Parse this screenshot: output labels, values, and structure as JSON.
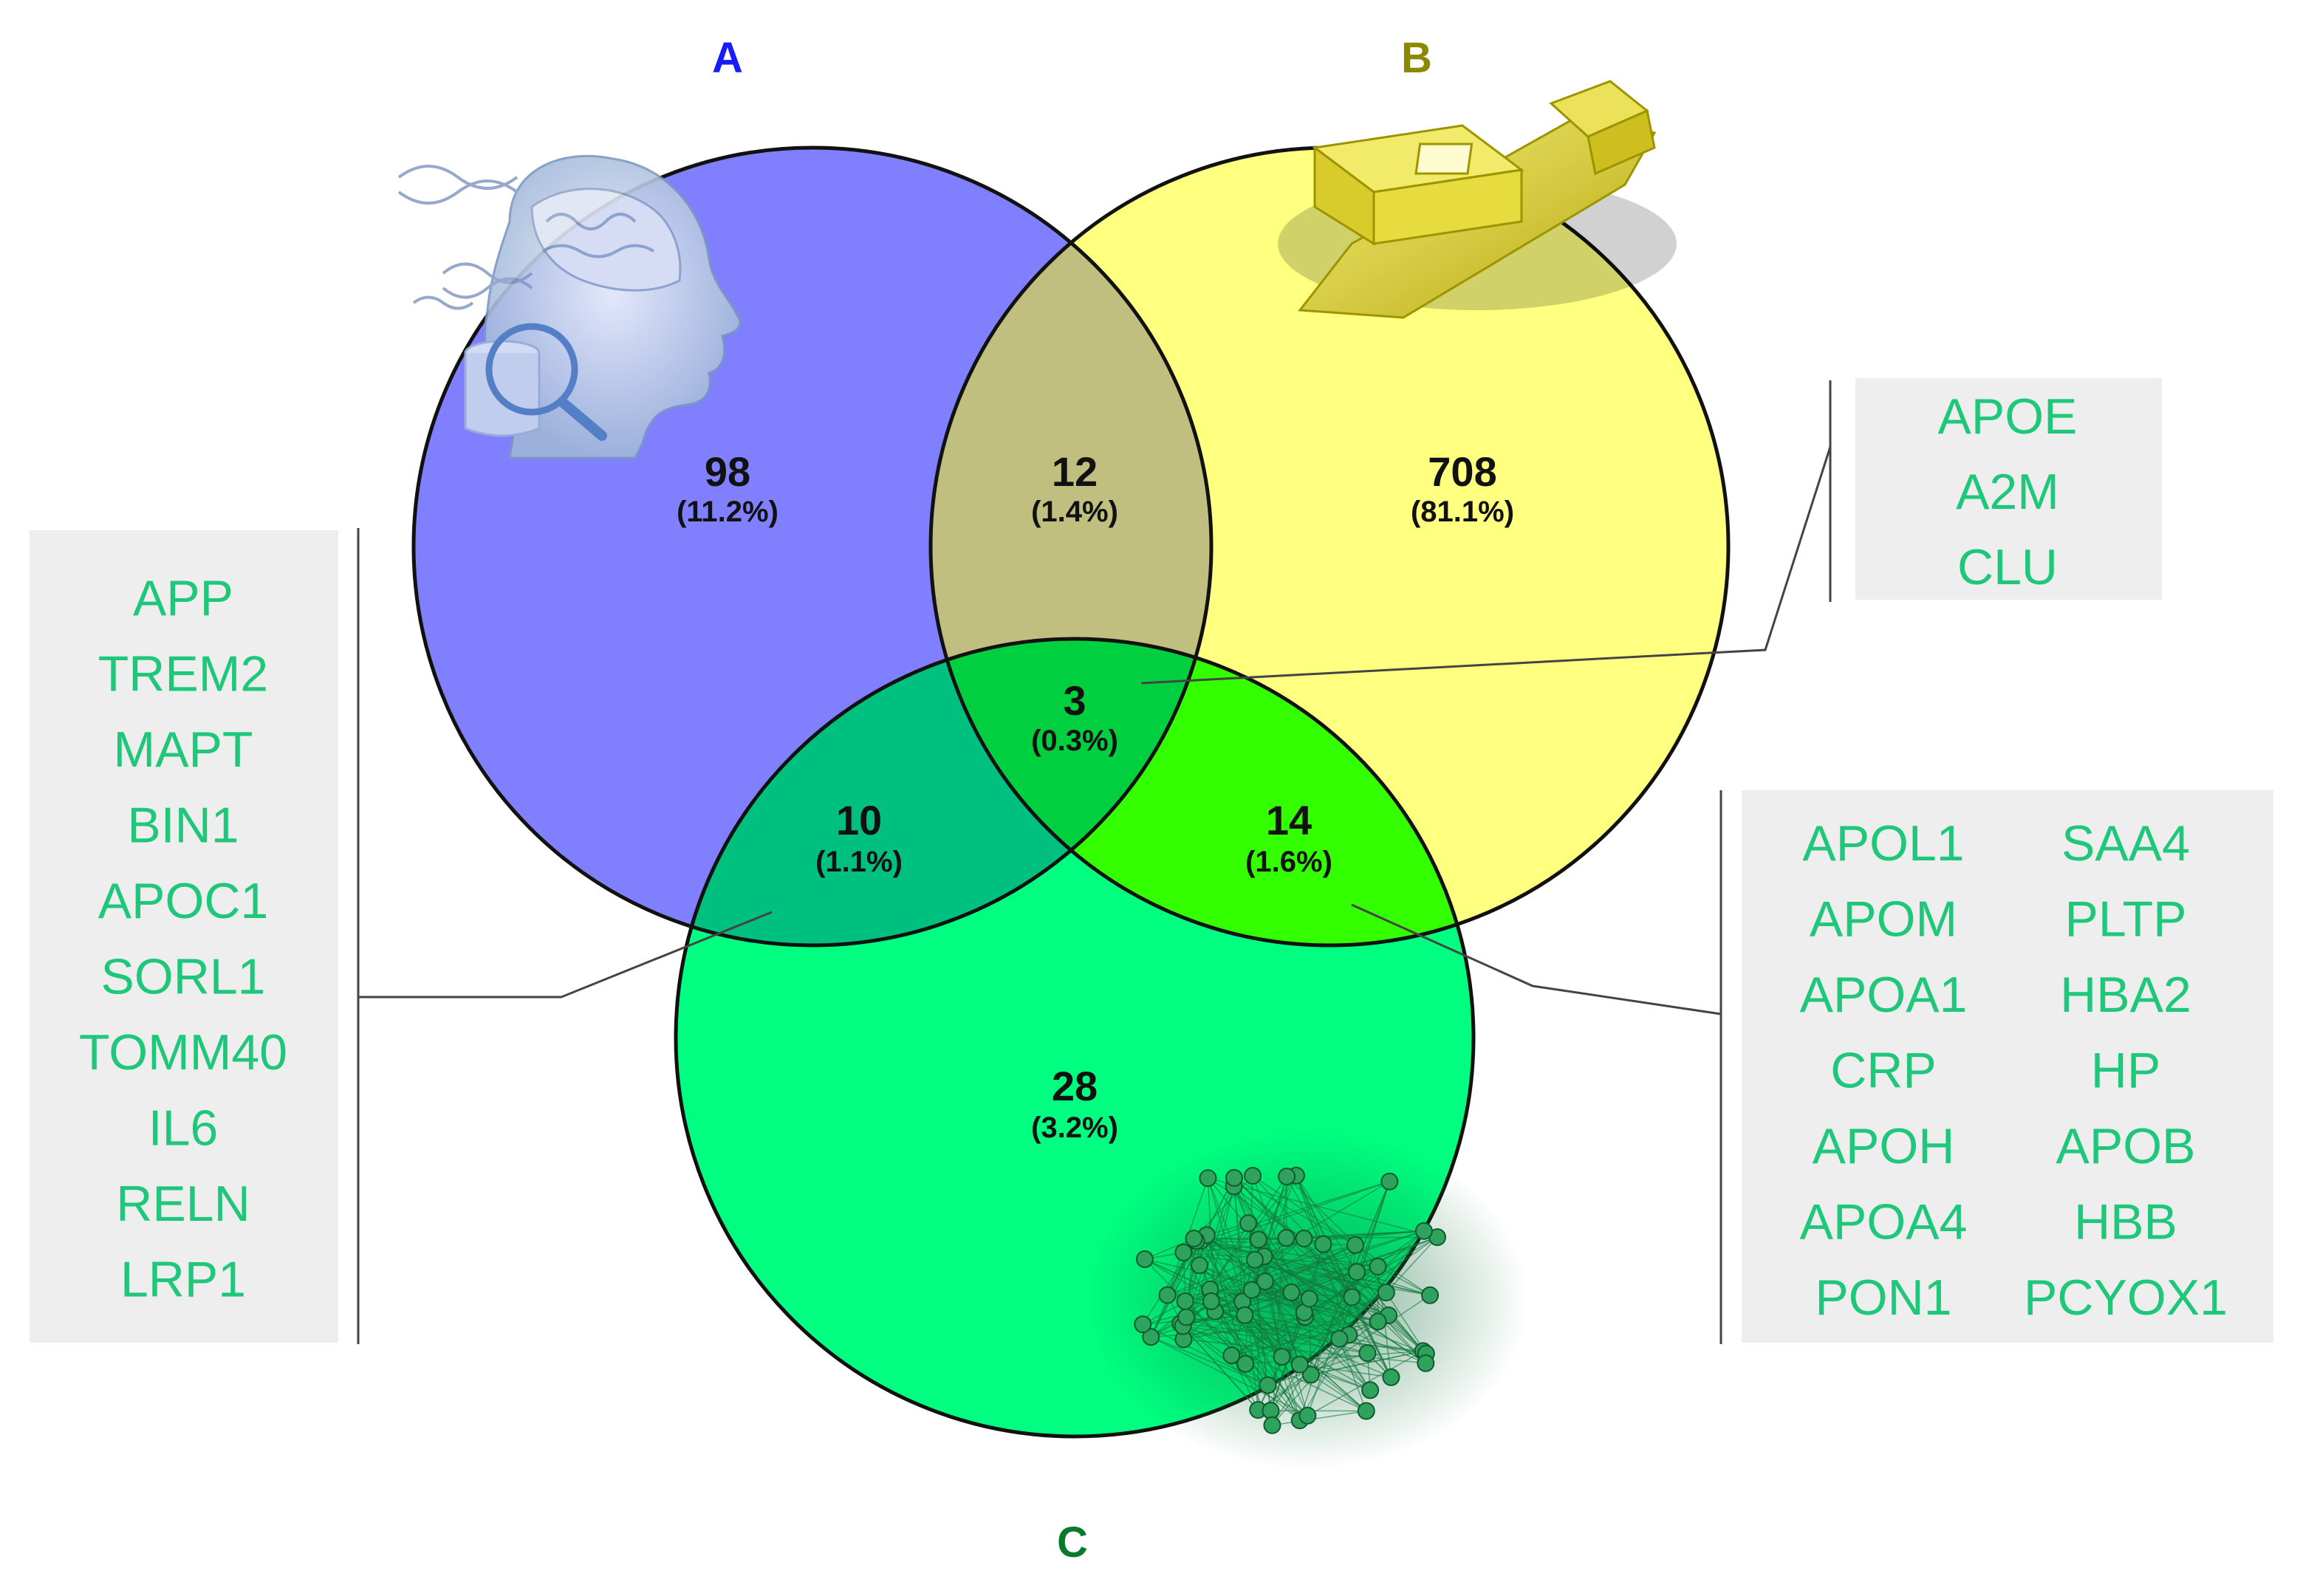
{
  "sets": {
    "a": {
      "label": "A",
      "color": "#7f7fff",
      "label_color": "#1a1aff",
      "icon": "brain-dna-search-icon"
    },
    "b": {
      "label": "B",
      "color": "#ffff80",
      "label_color": "#8a8a00",
      "icon": "lab-analyzer-icon"
    },
    "c": {
      "label": "C",
      "color": "#00ff7f",
      "label_color": "#0a7a2a",
      "icon": "network-graph-icon"
    }
  },
  "regions": {
    "a_only": {
      "count": "98",
      "pct": "(11.2%)",
      "color": "#8080ff"
    },
    "b_only": {
      "count": "708",
      "pct": "(81.1%)",
      "color": "#ffff80"
    },
    "c_only": {
      "count": "28",
      "pct": "(3.2%)",
      "color": "#00ff80"
    },
    "ab": {
      "count": "12",
      "pct": "(1.4%)",
      "color": "#c0bf80"
    },
    "ac": {
      "count": "10",
      "pct": "(1.1%)",
      "color": "#00c080"
    },
    "bc": {
      "count": "14",
      "pct": "(1.6%)",
      "color": "#33ff00"
    },
    "abc": {
      "count": "3",
      "pct": "(0.3%)",
      "color": "#00d040"
    }
  },
  "gene_lists": {
    "abc": [
      "APOE",
      "A2M",
      "CLU"
    ],
    "ac": [
      "APP",
      "TREM2",
      "MAPT",
      "BIN1",
      "APOC1",
      "SORL1",
      "TOMM40",
      "IL6",
      "RELN",
      "LRP1"
    ],
    "bc_col1": [
      "APOL1",
      "APOM",
      "APOA1",
      "CRP",
      "APOH",
      "APOA4",
      "PON1"
    ],
    "bc_col2": [
      "SAA4",
      "PLTP",
      "HBA2",
      "HP",
      "APOB",
      "HBB",
      "PCYOX1"
    ]
  }
}
